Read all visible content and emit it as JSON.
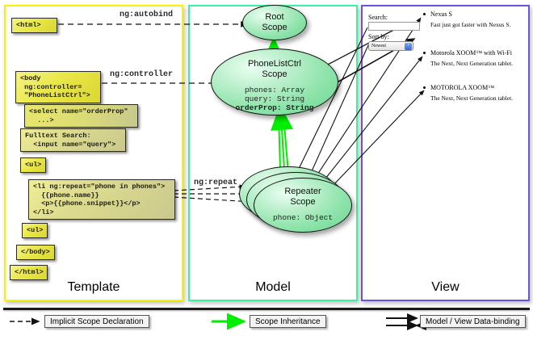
{
  "panels": {
    "template": {
      "label": "Template",
      "border_color": "#f7f200"
    },
    "model": {
      "label": "Model",
      "border_color": "#3bf0a0"
    },
    "view": {
      "label": "View",
      "border_color": "#6a52e0"
    }
  },
  "template": {
    "boxes": [
      {
        "id": "html-open",
        "text": "<html>"
      },
      {
        "id": "body-open",
        "text": "<body\n ng:controller=\n \"PhoneListCtrl\">"
      },
      {
        "id": "select",
        "text": "<select name=\"orderProp\"\n  ...>"
      },
      {
        "id": "fulltext",
        "text": "Fulltext Search:\n  <input name=\"query\">"
      },
      {
        "id": "ul-open",
        "text": "<ul>"
      },
      {
        "id": "li-repeat",
        "text": "<li ng:repeat=\"phone in phones\">\n  {{phone.name}}\n  <p>{{phone.snippet}}</p>\n</li>"
      },
      {
        "id": "ul-close",
        "text": "<ul>"
      },
      {
        "id": "body-close",
        "text": "</body>"
      },
      {
        "id": "html-close",
        "text": "</html>"
      }
    ]
  },
  "connectors": {
    "autobind": "ng:autobind",
    "controller": "ng:controller",
    "repeat": "ng:repeat"
  },
  "model": {
    "root_scope": {
      "title_line1": "Root",
      "title_line2": "Scope",
      "props": ""
    },
    "ctrl_scope": {
      "title_line1": "PhoneListCtrl",
      "title_line2": "Scope",
      "prop1": "phones: Array",
      "prop2": "query: String",
      "prop3": "orderProp: String"
    },
    "repeater_scope": {
      "title_line1": "Repeater",
      "title_line2": "Scope",
      "prop1": "phone: Object"
    }
  },
  "view": {
    "search_label": "Search:",
    "search_value": "",
    "sort_label": "Sort by:",
    "sort_selected": "Newest",
    "phones": [
      {
        "name": "Nexus S",
        "snippet": "Fast just got faster with Nexus S."
      },
      {
        "name": "Motorola XOOM™ with Wi-Fi",
        "snippet": "The Next, Next Generation tablet."
      },
      {
        "name": "MOTOROLA XOOM™",
        "snippet": "The Next, Next Generation tablet."
      }
    ]
  },
  "legend": {
    "implicit": "Implicit Scope Declaration",
    "inheritance": "Scope Inheritance",
    "databinding": "Model / View Data-binding",
    "inheritance_color": "#00ee00"
  }
}
